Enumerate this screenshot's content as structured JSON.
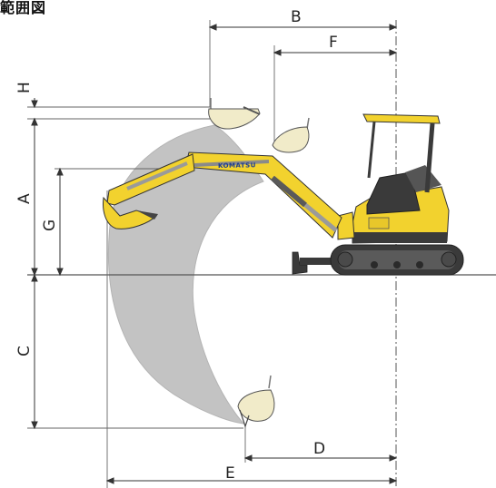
{
  "title": "範囲図",
  "dimension_labels": {
    "A": "A",
    "B": "B",
    "C": "C",
    "D": "D",
    "E": "E",
    "F": "F",
    "G": "G",
    "H": "H"
  },
  "machine_logo": "KOMATSU",
  "colors": {
    "machine_yellow": "#f2d22e",
    "machine_dark": "#3a3a3a",
    "reach_area": "#c3c3c3",
    "bucket": "#f1ebc9",
    "lines": "#555555"
  }
}
